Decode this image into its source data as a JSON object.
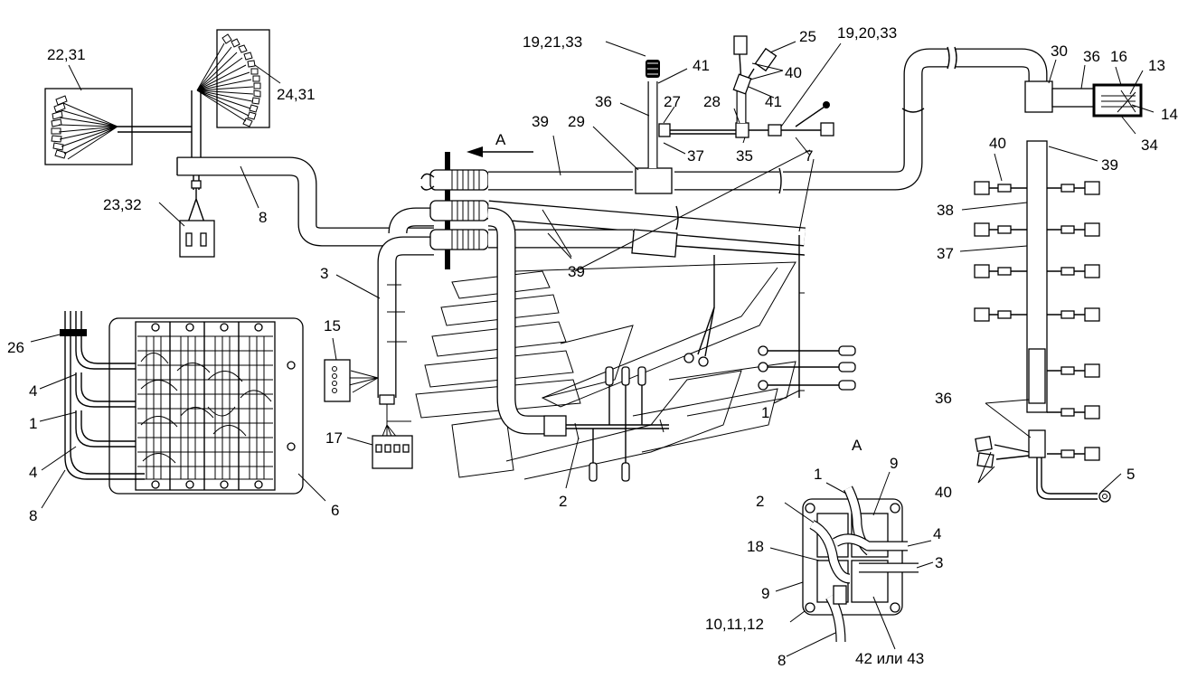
{
  "title": "",
  "detail_view": {
    "letter": "A",
    "arrow_letter": "A"
  },
  "labels": {
    "l_22_31": "22,31",
    "l_24_31": "24,31",
    "l_23_32": "23,32",
    "l_8_top": "8",
    "l_19_21_33": "19,21,33",
    "l_41_top": "41",
    "l_36_top": "36",
    "l_27": "27",
    "l_28": "28",
    "l_25": "25",
    "l_40_top": "40",
    "l_41_mid": "41",
    "l_19_20_33": "19,20,33",
    "l_29": "29",
    "l_39_top": "39",
    "l_37_top": "37",
    "l_35": "35",
    "l_7": "7",
    "l_30": "30",
    "l_36_right": "36",
    "l_16": "16",
    "l_13": "13",
    "l_14": "14",
    "l_34": "34",
    "l_40_right": "40",
    "l_39_right": "39",
    "l_38": "38",
    "l_37_right": "37",
    "l_39_mid": "39",
    "l_3": "3",
    "l_15": "15",
    "l_17": "17",
    "l_1_mid": "1",
    "l_2_mid": "2",
    "l_26": "26",
    "l_4_a": "4",
    "l_1_left": "1",
    "l_4_b": "4",
    "l_8_left": "8",
    "l_6": "6",
    "l_36_lower": "36",
    "l_40_lower": "40",
    "l_5": "5",
    "l_1_A": "1",
    "l_9_A_top": "9",
    "l_2_A": "2",
    "l_4_A": "4",
    "l_18_A": "18",
    "l_3_A": "3",
    "l_9_A_left": "9",
    "l_10_11_12": "10,11,12",
    "l_8_A": "8",
    "l_42_43": "42 или 43"
  }
}
